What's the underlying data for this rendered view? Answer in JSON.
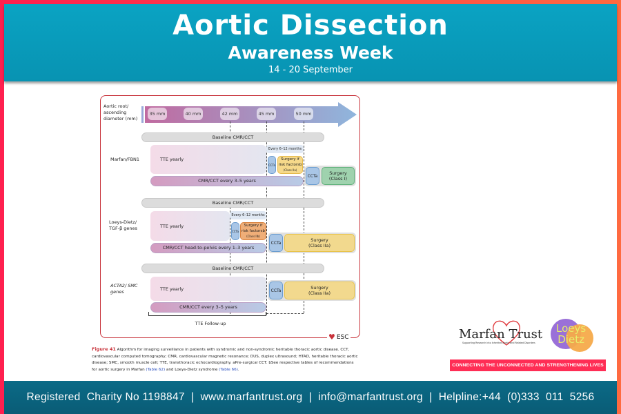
{
  "header": {
    "title": "Aortic Dissection",
    "subtitle": "Awareness Week",
    "dates": "14 - 20 September"
  },
  "figure": {
    "axis_label": "Aortic root/ ascending diameter (mm)",
    "thresholds": [
      "35 mm",
      "40 mm",
      "42 mm",
      "45 mm",
      "50 mm"
    ],
    "rows": [
      {
        "name": "Marfan/FBN1",
        "baseline": "Baseline CMR/CCT",
        "tte": "TTE yearly",
        "every": "Every 6–12 months",
        "cct_small": "CCTa",
        "surgery_if": "Surgery if risk factorsb",
        "surgery_if_class": "(Class IIa)",
        "cmr": "CMR/CCT every 3–5 years",
        "cct": "CCTa",
        "surgery": "Surgery",
        "surgery_class": "(Class I)"
      },
      {
        "name": "Loeys-Dietz/ TGF-β genes",
        "baseline": "Baseline CMR/CCT",
        "tte": "TTE yearly",
        "every": "Every 6–12 months",
        "cct_small": "CCTa",
        "surgery_if": "Surgery if risk factorsb",
        "surgery_if_class": "(Class IIb)",
        "cmr": "CMR/CCT head-to-pelvis every 1–3 years",
        "cct": "CCTa",
        "surgery": "Surgery",
        "surgery_class": "(Class IIa)"
      },
      {
        "name": "ACTA2/ SMC genes",
        "baseline": "Baseline CMR/CCT",
        "tte": "TTE yearly",
        "cmr": "CMR/CCT every 3–5 years",
        "cct": "CCTa",
        "surgery": "Surgery",
        "surgery_class": "(Class IIa)"
      }
    ],
    "followup": "TTE Follow-up",
    "esc": "ESC",
    "caption_label": "Figure 41",
    "caption": "Algorithm for imaging surveillance in patients with syndromic and non-syndromic heritable thoracic aortic disease. CCT, cardiovascular computed tomography; CMR, cardiovascular magnetic resonance; DUS, duplex ultrasound; HTAD, heritable thoracic aortic disease; SMC, smooth muscle cell; TTE, transthoracic echocardiography. aPre-surgical CCT. bSee respective tables of recommendations for aortic surgery in Marfan",
    "caption_link1": "(Table 62)",
    "caption_mid": " and Loeys-Dietz syndrome ",
    "caption_link2": "(Table 66)",
    "caption_end": "."
  },
  "logos": {
    "marfan": "Marfan Trust",
    "marfan_tag": "Supporting Research into Inherited Aortic and Related Disorders",
    "loeys1": "Loeys",
    "loeys2": "Dietz",
    "banner": "CONNECTING THE UNCONNECTED AND STRENGTHENING LIVES"
  },
  "footer": {
    "text": "Registered  Charity No 1198847  |  www.marfantrust.org  |  info@marfantrust.org  |  Helpline:+44  (0)333  011  5256"
  },
  "colors": {
    "teal": "#0aa0c0",
    "red": "#ff1f4f",
    "footer": "#0a647f"
  }
}
